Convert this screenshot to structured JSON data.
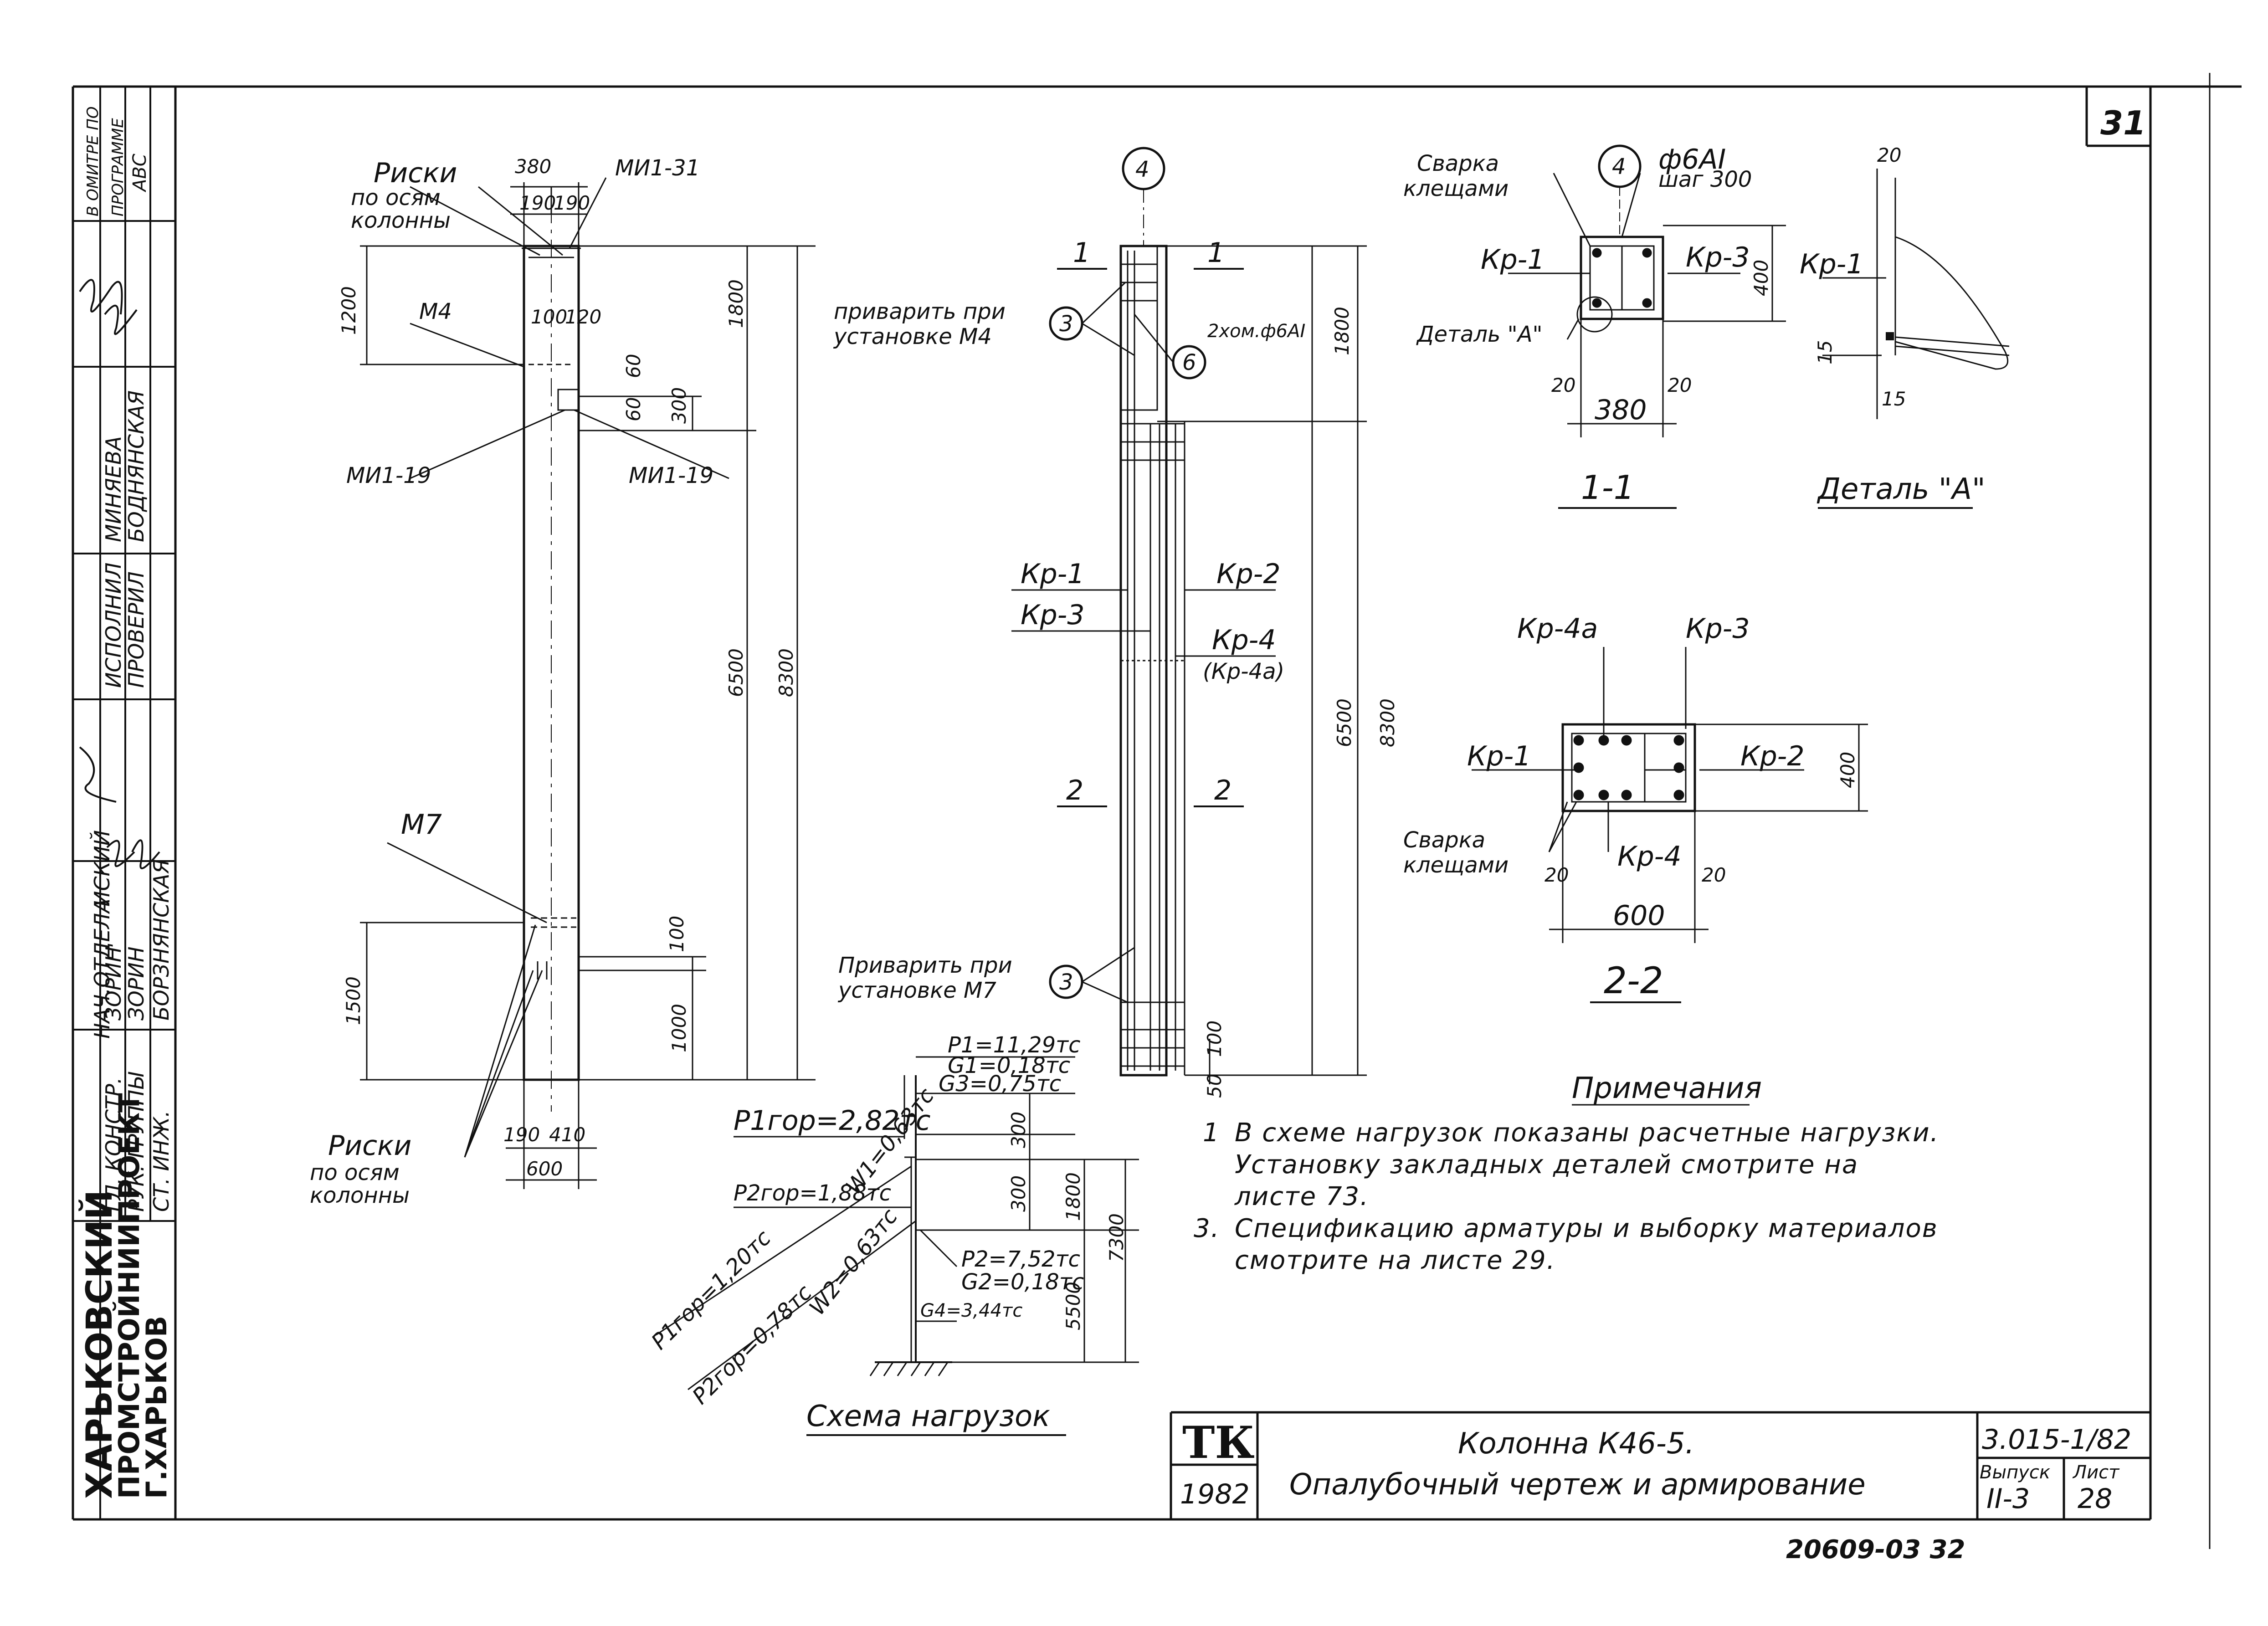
{
  "sheet": {
    "corner_mark": "31",
    "bottom_number": "20609-03  32"
  },
  "side_stamp": {
    "org_lines": [
      "ХАРЬКОВСКИЙ",
      "ПРОМСТРОЙНИИПРОЕКТ",
      "Г.ХАРЬКОВ"
    ],
    "roles": [
      "НАЧ.ОТДЕЛА",
      "ГЛ. КОНСТР.",
      "РУК. ГРУППЫ",
      "СТ. ИНЖ."
    ],
    "names": [
      "ИСКИЙ",
      "ЗОРИН",
      "ЗОРИН",
      "БОРЗНЯНСКАЯ"
    ],
    "check_roles": [
      "ИСПОЛНИЛ",
      "ПРОВЕРИЛ"
    ],
    "check_names": [
      "МИНЯЕВА",
      "БОДНЯНСКАЯ"
    ],
    "top_note": [
      "В ОМИТРЕ ПО",
      "ПРОГРАММЕ",
      "АВС"
    ]
  },
  "elevation": {
    "risks_top_label": "Риски",
    "risks_top_sub": [
      "по осям",
      "колонны"
    ],
    "risks_bottom_label": "Риски",
    "risks_bottom_sub": [
      "по осям",
      "колонны"
    ],
    "labels": {
      "mi1_31": "МИ1-31",
      "m4": "М4",
      "mi1_19_left": "МИ1-19",
      "mi1_19_right": "МИ1-19",
      "m7": "М7"
    },
    "dims": {
      "d380": "380",
      "d190a": "190",
      "d190b": "190",
      "d1200": "1200",
      "d100": "100",
      "d120": "120",
      "d60a": "60",
      "d60b": "60",
      "d300": "300",
      "d1800": "1800",
      "d6500": "6500",
      "d8300": "8300",
      "d1500": "1500",
      "d100b": "100",
      "d1000": "1000",
      "d190c": "190",
      "d410": "410",
      "d600": "600"
    }
  },
  "reinforcement": {
    "axis": "4",
    "sec1": "1",
    "sec2": "2",
    "weld_m4": [
      "приварить при",
      "установке М4"
    ],
    "weld_m7": [
      "Приварить при",
      "установке М7"
    ],
    "circle3": "3",
    "circle6": "6",
    "note6": "2хом.ф6АI",
    "kr1": "Кр-1",
    "kr2": "Кр-2",
    "kr3": "Кр-3",
    "kr4": "Кр-4",
    "kr4a": "(Кр-4а)",
    "dims": {
      "d1800": "1800",
      "d6500": "6500",
      "d8300": "8300",
      "d100": "100",
      "d50": "50"
    }
  },
  "section11": {
    "title": "1-1",
    "weld": [
      "Сварка",
      "клещами"
    ],
    "axis": "4",
    "rebar": "ф6АI",
    "step": "шаг 300",
    "kr1": "Кр-1",
    "kr3": "Кр-3",
    "detail": "Деталь \"А\"",
    "dims": {
      "d400": "400",
      "d20a": "20",
      "d20b": "20",
      "d380": "380"
    }
  },
  "detailA": {
    "title": "Деталь \"А\"",
    "kr1": "Кр-1",
    "dims": {
      "d20": "20",
      "d15a": "15",
      "d15b": "15"
    }
  },
  "section22": {
    "title": "2-2",
    "kr4a": "Кр-4а",
    "kr3": "Кр-3",
    "kr1": "Кр-1",
    "kr2": "Кр-2",
    "kr4": "Кр-4",
    "weld": [
      "Сварка",
      "клещами"
    ],
    "dims": {
      "d400": "400",
      "d20a": "20",
      "d20b": "20",
      "d600": "600"
    }
  },
  "loads": {
    "title": "Схема нагрузок",
    "p1": "P1=11,29тс",
    "g1": "G1=0,18тс",
    "g3": "G3=0,75тс",
    "p1hor": "P1гор=2,82тс",
    "p2hor": "P2гор=1,88тс",
    "w1": "W1=0,63тс",
    "p1vhor": "P1гор=1,20тс",
    "p2vhor": "P2гор=0,78тс",
    "w2": "W2=0,63тс",
    "p2": "P2=7,52тс",
    "g2": "G2=0,18тс",
    "g4": "G4=3,44тс",
    "dims": {
      "d300a": "300",
      "d300b": "300",
      "d1800": "1800",
      "d7300": "7300",
      "d5500": "5500"
    }
  },
  "notes": {
    "title": "Примечания",
    "n1": [
      "В схеме нагрузок показаны расчетные нагрузки.",
      "Установку закладных деталей смотрите на",
      "листе 73."
    ],
    "n3": [
      "Спецификацию арматуры и выборку материалов",
      "смотрите на листе 29."
    ],
    "n1_num": "1",
    "n3_num": "3."
  },
  "title_block": {
    "logo": "ТК",
    "year": "1982",
    "line1": "Колонна К46-5.",
    "line2": "Опалубочный чертеж и армирование",
    "code": "3.015-1/82",
    "issue_label": "Выпуск",
    "issue": "II-3",
    "sheet_label": "Лист",
    "sheet": "28"
  }
}
